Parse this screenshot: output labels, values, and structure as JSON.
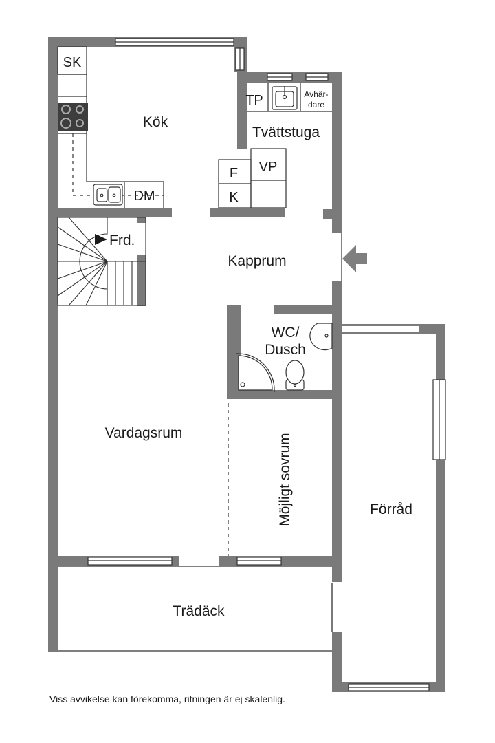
{
  "rooms": {
    "kitchen": "Kök",
    "laundry": "Tvättstuga",
    "hall": "Kapprum",
    "living": "Vardagsrum",
    "wc_line1": "WC/",
    "wc_line2": "Dusch",
    "bedroom": "Möjligt sovrum",
    "storage": "Förråd",
    "deck": "Trädäck",
    "stairs": "Frd."
  },
  "fixtures": {
    "sk": "SK",
    "dm": "DM",
    "tp": "TP",
    "dryer_line1": "Avhär-",
    "dryer_line2": "dare",
    "vp": "VP",
    "f": "F",
    "k": "K"
  },
  "disclaimer": "Viss avvikelse kan förekomma, ritningen är ej skalenlig.",
  "colors": {
    "wall": "#7a7a7a",
    "line": "#333333",
    "stove": "#3d3d3d",
    "entrance_arrow": "#7f7f7f"
  },
  "icons": {
    "entrance": "entrance-arrow-icon",
    "stairs_direction": "stairs-arrow-icon"
  }
}
